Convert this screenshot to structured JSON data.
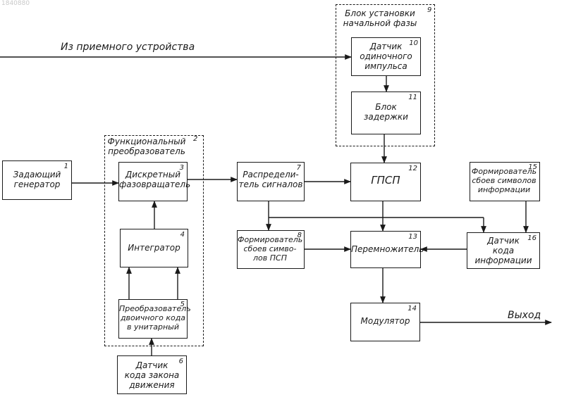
{
  "watermark": "1840880",
  "input_label": "Из приемного устройства",
  "output_label": "Выход",
  "groups": {
    "phase_block": {
      "label": "Блок установки\nначальной фазы",
      "number": "9"
    },
    "func_converter": {
      "label": "Функциональный\nпреобразователь",
      "number": "2"
    }
  },
  "blocks": {
    "master_gen": {
      "label": "Задающий\nгенератор",
      "number": "1"
    },
    "disc_phase": {
      "label": "Дискретный\nфазовращатель",
      "number": "3"
    },
    "integrator": {
      "label": "Интегратор",
      "number": "4"
    },
    "bin_conv": {
      "label": "Преобразователь\nдвоичного кода\nв унитарный",
      "number": "5"
    },
    "motion_sensor": {
      "label": "Датчик\nкода закона\nдвижения",
      "number": "6"
    },
    "distributor": {
      "label": "Распредели-\nтель сигналов",
      "number": "7"
    },
    "psp_former": {
      "label": "Формирователь\nсбоев симво-\nлов ПСП",
      "number": "8"
    },
    "pulse_sensor": {
      "label": "Датчик\nодиночного\nимпульса",
      "number": "10"
    },
    "delay": {
      "label": "Блок\nзадержки",
      "number": "11"
    },
    "gpsp": {
      "label": "ГПСП",
      "number": "12"
    },
    "multiplier": {
      "label": "Перемножитель",
      "number": "13"
    },
    "modulator": {
      "label": "Модулятор",
      "number": "14"
    },
    "info_former": {
      "label": "Формирователь\nсбоев символов\nинформации",
      "number": "15"
    },
    "info_sensor": {
      "label": "Датчик\nкода\nинформации",
      "number": "16"
    }
  }
}
